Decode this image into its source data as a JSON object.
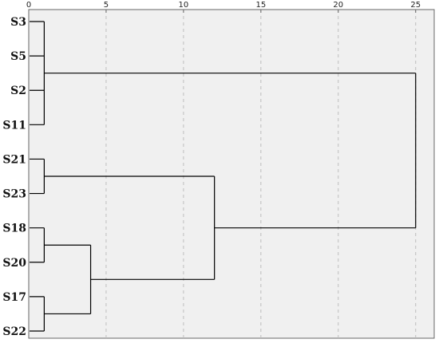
{
  "chart_data": {
    "type": "dendrogram",
    "x_ticks": [
      0,
      5,
      10,
      15,
      20,
      25
    ],
    "xlim": [
      0,
      26.2
    ],
    "grid": true,
    "grid_style": "dashed-vertical",
    "background": "#f0f0f0",
    "leaves": [
      "S3",
      "S5",
      "S2",
      "S11",
      "S21",
      "S23",
      "S18",
      "S20",
      "S17",
      "S22"
    ],
    "links": [
      {
        "name": "link-s3-s5-s2-s11",
        "children": [
          "S3",
          "S5",
          "S2",
          "S11"
        ],
        "height": 1
      },
      {
        "name": "link-s21-s23",
        "children": [
          "S21",
          "S23"
        ],
        "height": 1
      },
      {
        "name": "link-s18-s20",
        "children": [
          "S18",
          "S20"
        ],
        "height": 1
      },
      {
        "name": "link-s17-s22",
        "children": [
          "S17",
          "S22"
        ],
        "height": 1
      },
      {
        "name": "link-s18s20-s17s22",
        "children": [
          "link-s18-s20",
          "link-s17-s22"
        ],
        "height": 4
      },
      {
        "name": "link-s21s23-s18s22",
        "children": [
          "link-s21-s23",
          "link-s18s20-s17s22"
        ],
        "height": 12
      },
      {
        "name": "link-root",
        "children": [
          "link-s3-s5-s2-s11",
          "link-s21s23-s18s22"
        ],
        "height": 25
      }
    ]
  }
}
